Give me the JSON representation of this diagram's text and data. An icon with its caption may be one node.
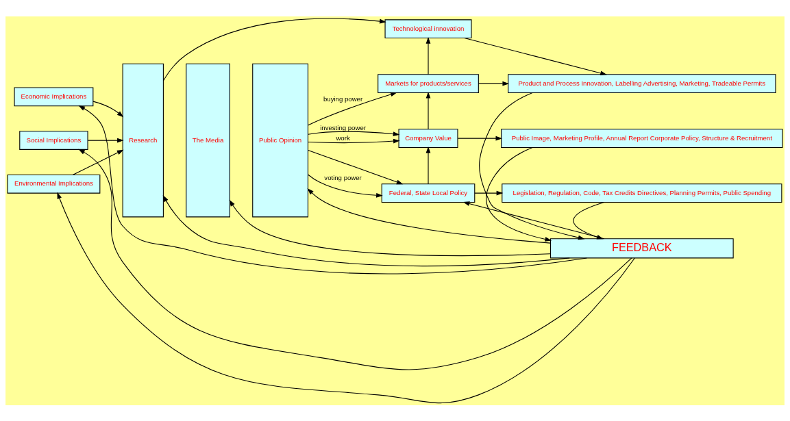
{
  "diagram": {
    "nodes": [
      {
        "text": [
          "Technological innovation"
        ]
      },
      {
        "text": [
          "Economic Implications"
        ]
      },
      {
        "text": [
          "Research"
        ]
      },
      {
        "text": [
          "The Media"
        ]
      },
      {
        "text": [
          "Public Opinion"
        ]
      },
      {
        "text": [
          "Markets for products/services"
        ]
      },
      {
        "text": [
          "Product and Process Innovation, Labelling Advertising, Marketing, Tradeable Permits"
        ]
      },
      {
        "text": [
          "Social Implications"
        ]
      },
      {
        "text": [
          "Company Value"
        ]
      },
      {
        "text": [
          "Public Image, Marketing Profile, Annual Report Corporate Policy, Structure & Recruitment"
        ]
      },
      {
        "text": [
          "Environmental Implications"
        ]
      },
      {
        "text": [
          "Federal, State Local Policy"
        ]
      },
      {
        "text": [
          "Legislation, Regulation, Code, Tax Credits Directives, Planning Permits, Public Spending"
        ]
      },
      {
        "text": [
          "FEEDBACK"
        ]
      }
    ],
    "edges": [
      {
        "from": 2,
        "to": 0,
        "arrow": "to"
      },
      {
        "from": 0,
        "to": 6,
        "arrow": "to"
      },
      {
        "from": 5,
        "to": 0,
        "arrow": "to"
      },
      {
        "from": 1,
        "to": 2,
        "arrow": "to"
      },
      {
        "from": 7,
        "to": 2,
        "arrow": "to"
      },
      {
        "from": 10,
        "to": 2,
        "arrow": "to"
      },
      {
        "from": 4,
        "to": 5,
        "label": "buying power",
        "arrow": "to"
      },
      {
        "from": 4,
        "to": 8,
        "label": "investing power",
        "arrow": "to"
      },
      {
        "from": 4,
        "to": 8,
        "label": "work",
        "arrow": "to"
      },
      {
        "from": 4,
        "to": 11,
        "arrow": "to"
      },
      {
        "from": 4,
        "to": 11,
        "label": "voting power",
        "arrow": "to"
      },
      {
        "from": 5,
        "to": 6,
        "arrow": "to"
      },
      {
        "from": 8,
        "to": 9,
        "arrow": "to"
      },
      {
        "from": 11,
        "to": 12,
        "arrow": "to"
      },
      {
        "from": 8,
        "to": 5,
        "arrow": "to"
      },
      {
        "from": 11,
        "to": 8,
        "arrow": "to"
      },
      {
        "from": 6,
        "to": 13,
        "arrow": "to"
      },
      {
        "from": 9,
        "to": 13,
        "arrow": "to"
      },
      {
        "from": 12,
        "to": 13,
        "arrow": "to"
      },
      {
        "from": 13,
        "to": 1,
        "arrow": "to"
      },
      {
        "from": 13,
        "to": 7,
        "arrow": "to"
      },
      {
        "from": 13,
        "to": 10,
        "arrow": "to"
      },
      {
        "from": 13,
        "to": 2,
        "arrow": "to"
      },
      {
        "from": 13,
        "to": 3,
        "arrow": "to"
      },
      {
        "from": 13,
        "to": 4,
        "arrow": "to"
      },
      {
        "from": 13,
        "to": 11,
        "arrow": "to"
      }
    ]
  }
}
